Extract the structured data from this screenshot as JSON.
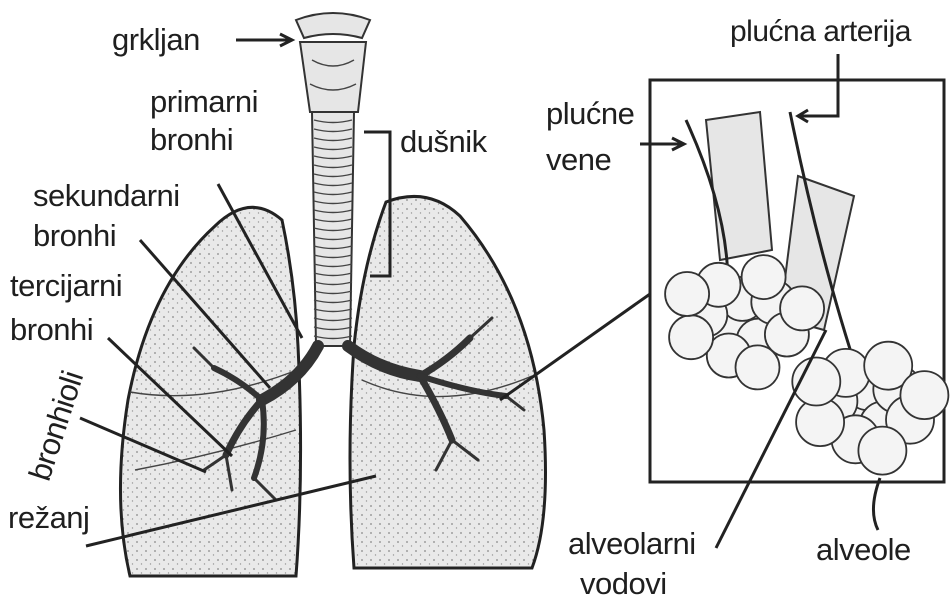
{
  "labels": {
    "grkljan": "grkljan",
    "primarni_1": "primarni",
    "primarni_2": "bronhi",
    "dusnik": "dušnik",
    "sekundarni_1": "sekundarni",
    "sekundarni_2": "bronhi",
    "tercijarni_1": "tercijarni",
    "tercijarni_2": "bronhi",
    "bronhioli": "bronhioli",
    "rezanj": "režanj",
    "plucna_arterija": "plućna arterija",
    "plucne_vene_1": "plućne",
    "plucne_vene_2": "vene",
    "alveolarni_1": "alveolarni",
    "alveolarni_2": "vodovi",
    "alveole": "alveole"
  },
  "colors": {
    "ink": "#222222",
    "tissue": "#e6e6e6",
    "background": "#ffffff"
  }
}
